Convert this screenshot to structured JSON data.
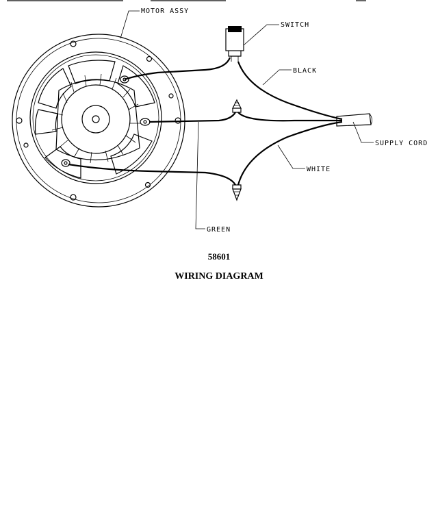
{
  "labels": {
    "motor_assy": "MOTOR ASSY",
    "switch": "SWITCH",
    "black": "BLACK",
    "supply_cord": "SUPPLY CORD",
    "white": "WHITE",
    "green": "GREEN"
  },
  "caption": {
    "number": "58601",
    "title": "WIRING DIAGRAM"
  }
}
